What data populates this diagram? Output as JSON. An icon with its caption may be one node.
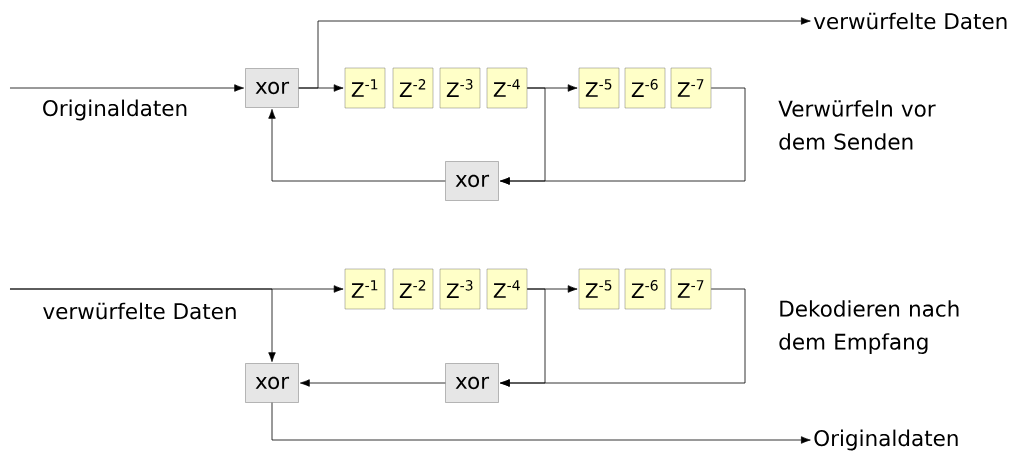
{
  "diagram": {
    "nodes": [
      {
        "text": [
          "verwürfelte Daten"
        ]
      },
      {
        "text": [
          "xor"
        ]
      },
      {
        "text": [
          "Z$^{-1}$"
        ]
      },
      {
        "text": [
          "Z$^{-2}$"
        ]
      },
      {
        "text": [
          "Z$^{-3}$"
        ]
      },
      {
        "text": [
          "Z$^{-4}$"
        ]
      },
      {
        "text": [
          "Z$^{-5}$"
        ]
      },
      {
        "text": [
          "Z$^{-6}$"
        ]
      },
      {
        "text": [
          "Z$^{-7}$"
        ]
      },
      {
        "text": [
          "xor"
        ]
      },
      {
        "text": [
          "Z$^{-1}$"
        ]
      },
      {
        "text": [
          "Z$^{-2}$"
        ]
      },
      {
        "text": [
          "Z$^{-3}$"
        ]
      },
      {
        "text": [
          "Z$^{-4}$"
        ]
      },
      {
        "text": [
          "Z$^{-5}$"
        ]
      },
      {
        "text": [
          "Z$^{-6}$"
        ]
      },
      {
        "text": [
          "Z$^{-7}$"
        ]
      },
      {
        "text": [
          "xor"
        ]
      },
      {
        "text": [
          "xor"
        ]
      },
      {
        "text": [
          "Originaldaten"
        ]
      }
    ],
    "edges": [
      {
        "from": null,
        "to": 1,
        "arrow": "to",
        "label": "Originaldaten"
      },
      {
        "from": 1,
        "to": 2,
        "arrow": "to"
      },
      {
        "from": 1,
        "to": 0,
        "arrow": "to"
      },
      {
        "from": 5,
        "to": 6,
        "arrow": "to"
      },
      {
        "from": 5,
        "to": 9,
        "arrow": "to"
      },
      {
        "from": 8,
        "to": 9,
        "arrow": "to"
      },
      {
        "from": 9,
        "to": 1,
        "arrow": "to"
      },
      {
        "from": null,
        "to": 10,
        "arrow": "to",
        "label": "verwürfelte Daten"
      },
      {
        "from": null,
        "to": 17,
        "arrow": "to"
      },
      {
        "from": 13,
        "to": 14,
        "arrow": "to"
      },
      {
        "from": 13,
        "to": 18,
        "arrow": "to"
      },
      {
        "from": 16,
        "to": 18,
        "arrow": "to"
      },
      {
        "from": 18,
        "to": 17,
        "arrow": "to"
      },
      {
        "from": 17,
        "to": 19,
        "arrow": "to"
      }
    ],
    "labels": [
      "Verwürfeln vor dem Senden",
      "Dekodieren nach dem Empfang"
    ]
  }
}
